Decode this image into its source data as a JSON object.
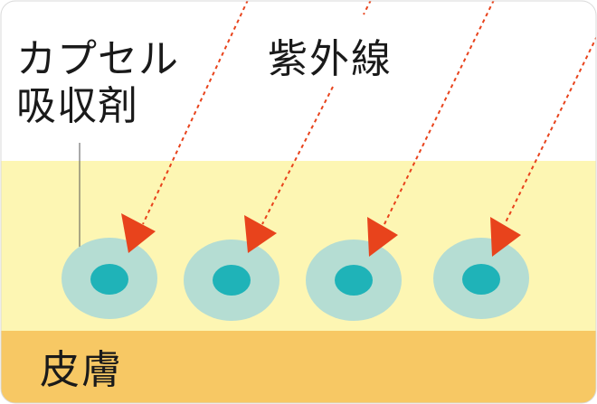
{
  "labels": {
    "capsule_line1": "カプセル",
    "capsule_line2": "吸収剤",
    "uv": "紫外線",
    "skin": "皮膚"
  },
  "colors": {
    "background": "#ffffff",
    "cream_layer": "#fdf6b3",
    "skin_layer": "#f7c864",
    "capsule_outer": "#b5ddd3",
    "capsule_core": "#1fb3b8",
    "uv_ray": "#e8431c",
    "border": "#d9d9d9"
  },
  "capsules": {
    "count": 4
  },
  "uv_rays": {
    "count": 4,
    "style": "dashed"
  }
}
